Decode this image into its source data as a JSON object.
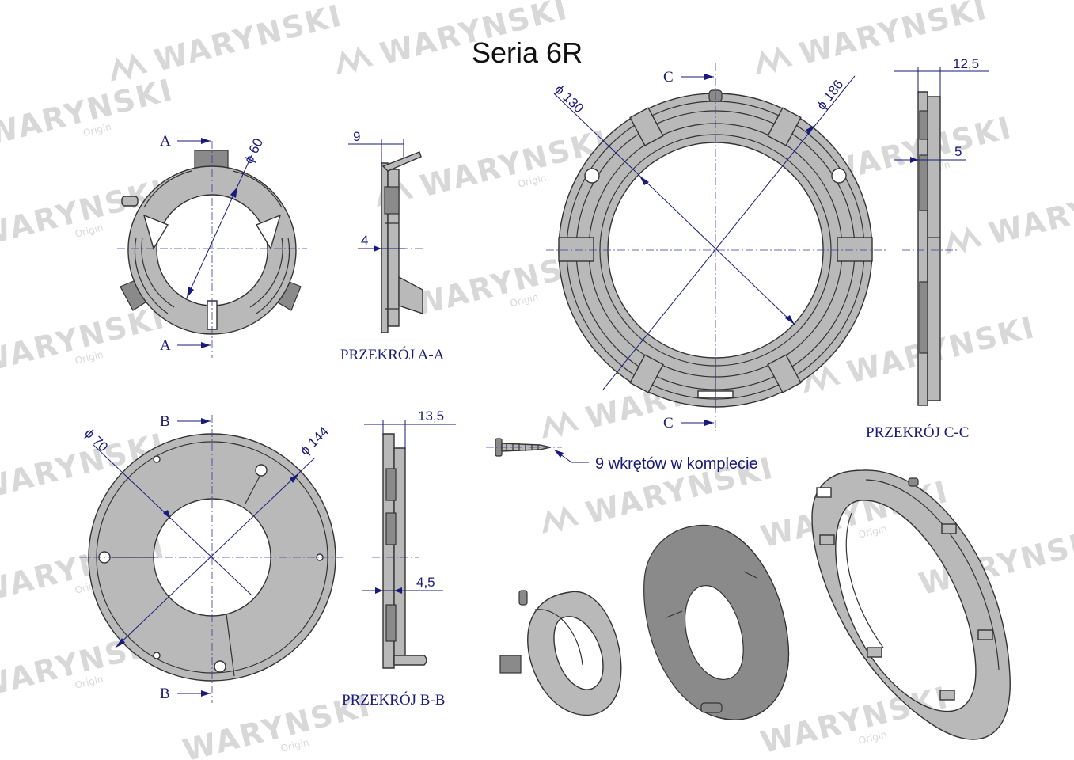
{
  "title": "Seria 6R",
  "watermark": {
    "brand": "WARYNSKI",
    "sub": "Origin"
  },
  "views": {
    "small_ring": {
      "section_letter_top": "A",
      "section_letter_bottom": "A",
      "diameter": "ϕ 60"
    },
    "section_aa": {
      "dim_width": "9",
      "dim_thickness": "4",
      "label": "PRZEKRÓJ A-A"
    },
    "large_ring": {
      "section_letter_top": "C",
      "section_letter_bottom": "C",
      "diameter_inner": "ϕ 130",
      "diameter_outer": "ϕ 186"
    },
    "section_cc": {
      "dim_width": "12,5",
      "dim_thickness": "5",
      "label": "PRZEKRÓJ C-C"
    },
    "plate": {
      "section_letter_top": "B",
      "section_letter_bottom": "B",
      "diameter_inner": "ϕ 70",
      "diameter_outer": "ϕ 144"
    },
    "section_bb": {
      "dim_width": "13,5",
      "dim_thickness": "4,5",
      "label": "PRZEKRÓJ B-B"
    }
  },
  "screw_note": "9 wkrętów w komplecie",
  "colors": {
    "dimension": "#1a1a7a",
    "part_fill": "#b9b9b9",
    "watermark": "#d8d8d8"
  }
}
